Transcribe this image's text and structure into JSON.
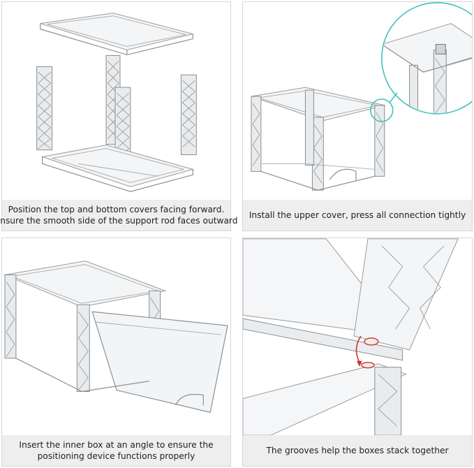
{
  "panels": [
    {
      "caption_line1": "Position the top and bottom covers facing forward.",
      "caption_line2": "Ensure the smooth side of the support rod faces outward"
    },
    {
      "caption_line1": "Install the upper cover, press all connection tightly"
    },
    {
      "caption_line1": "Insert the inner box at an angle to ensure the",
      "caption_line2": "positioning device functions properly"
    },
    {
      "caption_line1": "The grooves help the boxes stack together"
    }
  ],
  "colors": {
    "caption_background": "#eeeeee",
    "highlight_circle": "#3fc2bd",
    "arrow": "#c0392b"
  }
}
